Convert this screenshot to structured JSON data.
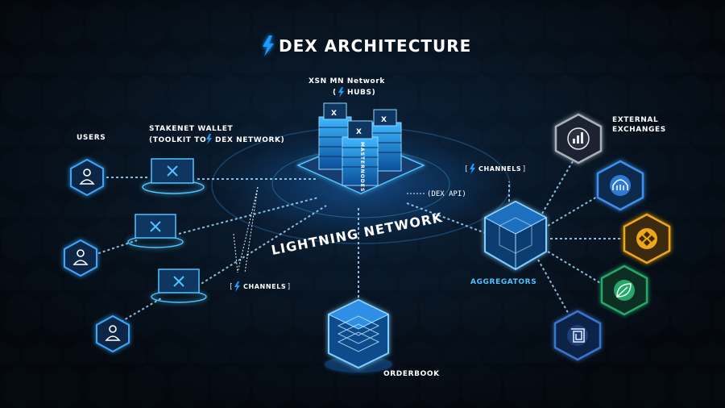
{
  "title": "DEX ARCHITECTURE",
  "labels": {
    "users": "USERS",
    "wallet_line1": "STAKENET WALLET",
    "wallet_line2_pre": "(TOOLKIT TO",
    "wallet_line2_post": "DEX NETWORK)",
    "hub_line1": "XSN MN Network",
    "hub_line2": "HUBS)",
    "masternodes": "MASTERNODES",
    "external_exchanges_line1": "EXTERNAL",
    "external_exchanges_line2": "EXCHANGES",
    "channels_top": "CHANNELS",
    "channels_left": "CHANNELS",
    "dex_api": "(DEX API)",
    "lightning_network": "LIGHTNING NETWORK",
    "aggregators": "AGGREGATORS",
    "orderbook": "ORDERBOOK",
    "server_glyph": "X"
  },
  "colors": {
    "accent": "#1e9bff",
    "glow": "#4fc3ff",
    "line": "#9fd9ff",
    "exchange_grey": "#a9b1ba",
    "exchange_blue": "#2d7bd6",
    "exchange_gold": "#f0a619",
    "exchange_green": "#27a86a",
    "exchange_navy": "#2b5fb6"
  },
  "icons": {
    "user": "user-icon",
    "wallet": "laptop-icon",
    "bolt": "lightning-bolt-icon",
    "exchange1": "bar-chart-icon",
    "exchange2": "kraken-icon",
    "exchange3": "binance-icon",
    "exchange4": "leaf-icon",
    "exchange5": "square-logo-icon"
  }
}
